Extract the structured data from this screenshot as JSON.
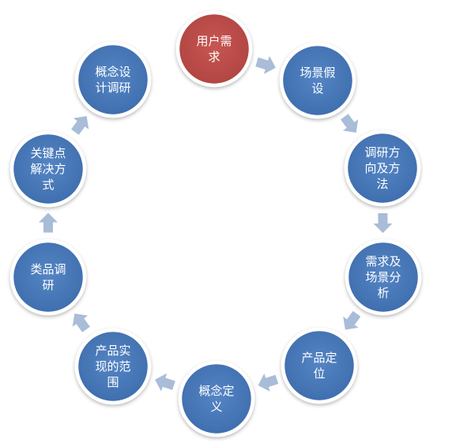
{
  "diagram": {
    "type": "cycle",
    "colors": {
      "node_fill": "#4d7cbc",
      "node_start_fill": "#c0504d",
      "ring": "#ffffff",
      "arrow": "#a9bcd8"
    },
    "nodes": [
      {
        "id": "n1",
        "lines": [
          "用户需",
          "求"
        ],
        "highlight": true
      },
      {
        "id": "n2",
        "lines": [
          "场景假",
          "设"
        ]
      },
      {
        "id": "n3",
        "lines": [
          "调研方",
          "向及方",
          "法"
        ]
      },
      {
        "id": "n4",
        "lines": [
          "需求及",
          "场景分",
          "析"
        ]
      },
      {
        "id": "n5",
        "lines": [
          "产品定",
          "位"
        ]
      },
      {
        "id": "n6",
        "lines": [
          "概念定",
          "义"
        ]
      },
      {
        "id": "n7",
        "lines": [
          "产品实",
          "现的范",
          "围"
        ]
      },
      {
        "id": "n8",
        "lines": [
          "类品调",
          "研"
        ]
      },
      {
        "id": "n9",
        "lines": [
          "关键点",
          "解决方",
          "式"
        ]
      },
      {
        "id": "n10",
        "lines": [
          "概念设",
          "计调研"
        ]
      }
    ]
  }
}
